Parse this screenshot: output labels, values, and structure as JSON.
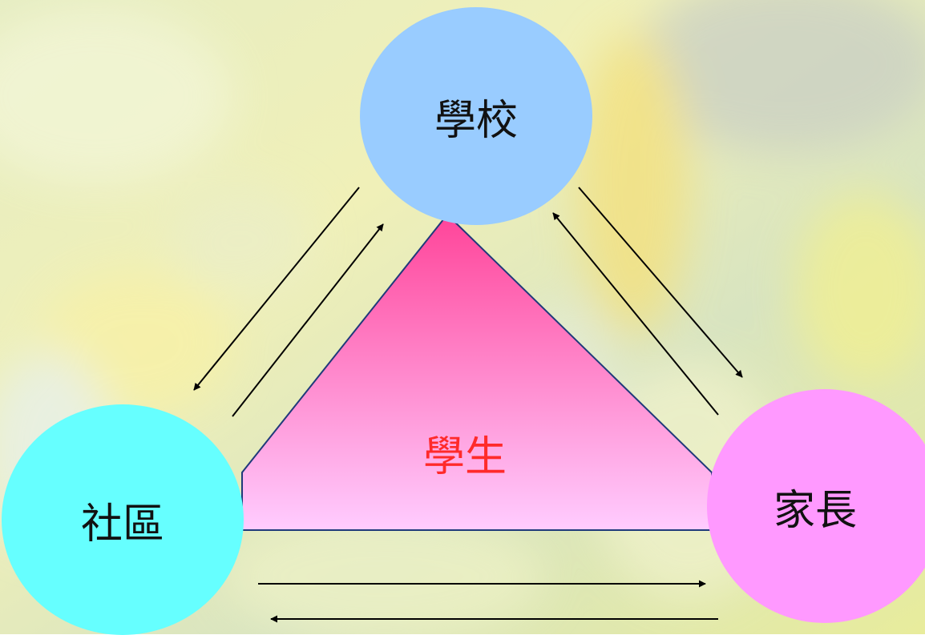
{
  "diagram": {
    "center": {
      "label": "學生",
      "color": "#ff2a2a"
    },
    "nodes": [
      {
        "id": "school",
        "label": "學校",
        "color": "#99ccff"
      },
      {
        "id": "community",
        "label": "社區",
        "color": "#66ffff"
      },
      {
        "id": "parents",
        "label": "家長",
        "color": "#ff99ff"
      }
    ],
    "triangle": {
      "top_color": "#ff4499",
      "bottom_color": "#ffccff",
      "edge_color": "#1f3a7a"
    },
    "connections": [
      {
        "from": "school",
        "to": "community",
        "direction": "bidirectional"
      },
      {
        "from": "school",
        "to": "parents",
        "direction": "bidirectional"
      },
      {
        "from": "community",
        "to": "parents",
        "direction": "bidirectional"
      }
    ]
  }
}
